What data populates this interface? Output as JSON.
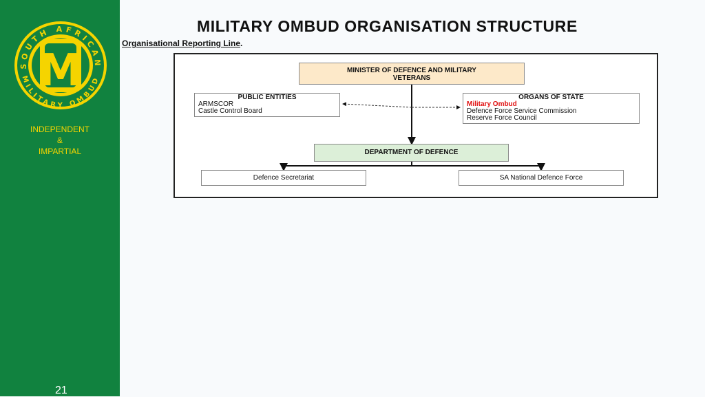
{
  "sidebar": {
    "logo_text_top": "SOUTH AFRICAN",
    "logo_text_bottom": "MILITARY OMBUD",
    "logo_monogram": "M",
    "motto_lines": [
      "INDEPENDENT",
      "&",
      "IMPARTIAL"
    ],
    "page_number": "21",
    "colors": {
      "background": "#11823f",
      "accent": "#f5d400"
    }
  },
  "header": {
    "title": "MILITARY OMBUD ORGANISATION STRUCTURE",
    "subtitle": "Organisational Reporting Line",
    "subtitle_suffix": "."
  },
  "diagram": {
    "minister": {
      "line1": "MINISTER OF DEFENCE AND MILITARY",
      "line2": "VETERANS"
    },
    "public_entities": {
      "heading": "PUBLIC ENTITIES",
      "items": [
        "ARMSCOR",
        "Castle Control Board"
      ]
    },
    "organs_of_state": {
      "heading": "ORGANS OF STATE",
      "highlight": "Military Ombud",
      "items": [
        "Defence Force Service Commission",
        "Reserve Force Council"
      ]
    },
    "department": "DEPARTMENT OF DEFENCE",
    "children": [
      "Defence Secretariat",
      "SA National Defence Force"
    ],
    "colors": {
      "minister_fill": "#fde9c9",
      "department_fill": "#dcefd8",
      "highlight": "#e01010"
    }
  }
}
